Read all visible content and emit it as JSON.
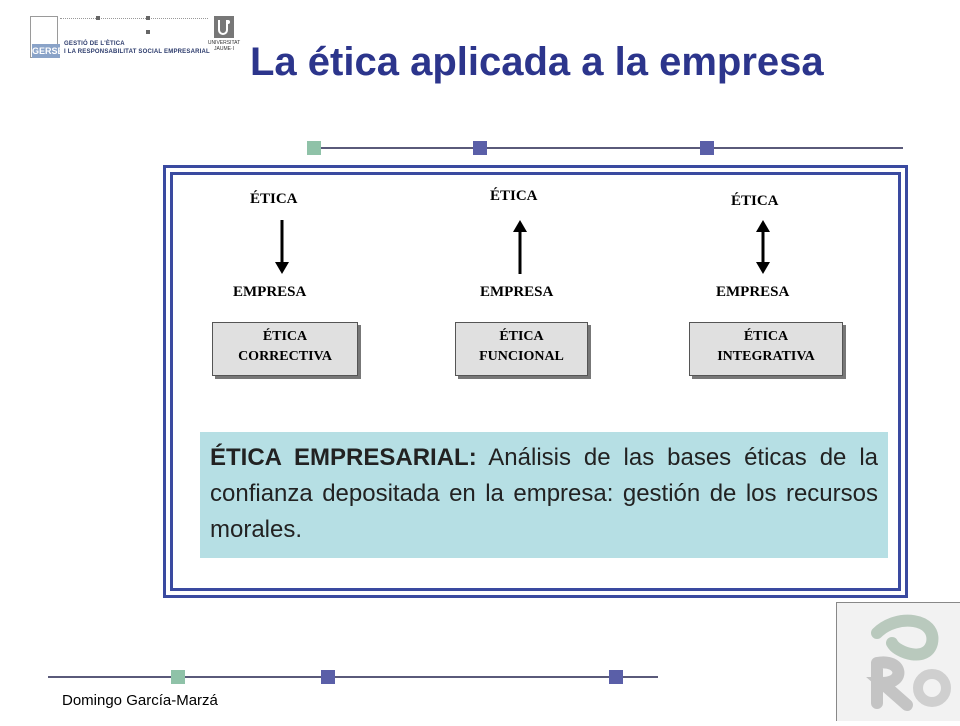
{
  "header": {
    "logo_gerse": "GERSE",
    "logo_gerse_text": [
      "GESTIÓ DE L'ÈTICA",
      "I LA RESPONSABILITAT SOCIAL EMPRESARIAL"
    ],
    "logo_uji_text": [
      "UNIVERSITAT",
      "JAUME·I"
    ],
    "title": "La ética aplicada a la empresa"
  },
  "diagram": {
    "columns": [
      {
        "top": "ÉTICA",
        "bottom": "EMPRESA",
        "arrow": "down",
        "box": [
          "ÉTICA",
          "CORRECTIVA"
        ]
      },
      {
        "top": "ÉTICA",
        "bottom": "EMPRESA",
        "arrow": "up",
        "box": [
          "ÉTICA",
          "FUNCIONAL"
        ]
      },
      {
        "top": "ÉTICA",
        "bottom": "EMPRESA",
        "arrow": "both",
        "box": [
          "ÉTICA",
          "INTEGRATIVA"
        ]
      }
    ],
    "definition_term": "ÉTICA EMPRESARIAL:",
    "definition_text": " Análisis de las bases éticas de la confianza depositada en la empresa: gestión de los recursos morales."
  },
  "footer": {
    "author": "Domingo García-Marzá"
  },
  "colors": {
    "title": "#2c358c",
    "frame": "#3a4aa0",
    "definition_bg": "#b6dfe4",
    "square_green": "#8fc2a8",
    "square_blue": "#5a5fa8"
  }
}
